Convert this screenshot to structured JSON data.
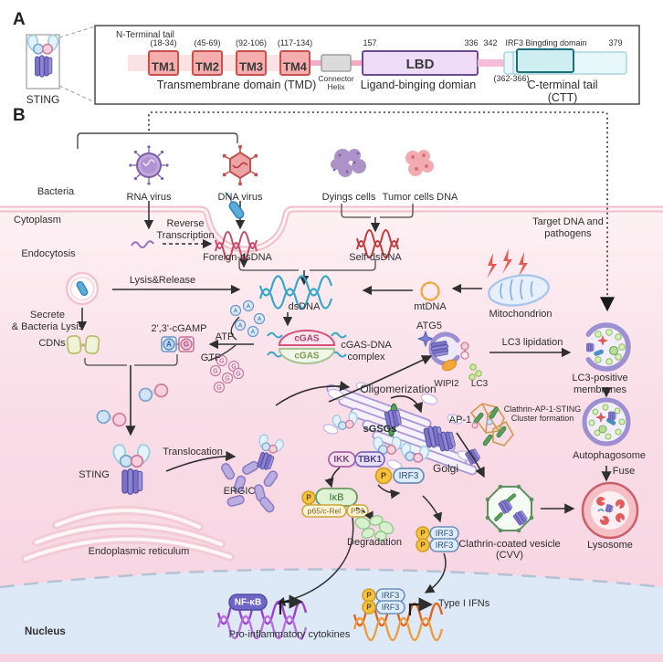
{
  "tokens": {
    "a": "A",
    "g": "G",
    "p": "P"
  },
  "panel_a": {
    "label": "A",
    "sting": "STING",
    "n_terminal_tail": "N-Terminal tail",
    "tms": [
      {
        "range": "(18-34)",
        "name": "TM1"
      },
      {
        "range": "(45-69)",
        "name": "TM2"
      },
      {
        "range": "(92-106)",
        "name": "TM3"
      },
      {
        "range": "(117-134)",
        "name": "TM4"
      }
    ],
    "pos_157": "157",
    "pos_336": "336",
    "pos_342": "342",
    "pos_379": "379",
    "lbd": "LBD",
    "irf3_domain": "IRF3 Bingding domain",
    "irf3_range": "(362-366)",
    "tmd_caption": "Transmembrane domain  (TMD)",
    "connector_caption": "Connector\nHelix",
    "lbd_caption": "Ligand-binging domian",
    "ctt_caption": "C-terminal tail  (CTT)"
  },
  "panel_b": {
    "label": "B",
    "bacteria": "Bacteria",
    "cytoplasm": "Cytoplasm",
    "endocytosis": "Endocytosis",
    "rna_virus": "RNA virus",
    "dna_virus": "DNA virus",
    "dying_cells": "Dyings cells",
    "tumor_dna": "Tumor cells DNA",
    "reverse_transcription": "Reverse\nTranscription",
    "foreign_dsdna": "Foreign-dsDNA",
    "self_dsdna": "Self-dsDNA",
    "target_dna": "Target DNA and\npathogens",
    "lysis_release": "Lysis&Release",
    "dsdna": "dsDNA",
    "secrete": "Secrete\n& Bacteria Lysis",
    "cdns": "CDNs",
    "cgamp": "2',3'-cGAMP",
    "atp": "ATP",
    "gtp": "GTP",
    "cgas": "cGAS",
    "cgas_complex": "cGAS-DNA\ncomplex",
    "mtdna": "mtDNA",
    "mitochondrion": "Mitochondrion",
    "atg5": "ATG5",
    "wipi2": "WIPI2",
    "lc3": "LC3",
    "lc3_lipidation": "LC3 lipidation",
    "lc3_membranes": "LC3-positive membranes",
    "oligomerization": "Oligomerization",
    "sgsgs": "sGSGs",
    "ap1": "AP-1",
    "clathrin_cluster": "Clathrin-AP-1-STING\nCluster formation",
    "golgi": "Golgi",
    "autophagosome": "Autophagosome",
    "fuse": "Fuse",
    "lysosome": "Lysosome",
    "ccv": "Clathrin-coated vesicle",
    "ccv_abbr": "(CVV)",
    "translocation": "Translocation",
    "sting": "STING",
    "ergic": "ERGIC",
    "er": "Endoplasmic reticulum",
    "ikk": "IKK",
    "tbk1": "TBK1",
    "irf3": "IRF3",
    "ikb": "IκB",
    "p65": "p65/c-Rel",
    "p50": "P50",
    "degradation": "Degradation",
    "nfkb": "NF-κB",
    "pro_cytokines": "Pro-inflammatory cytokines",
    "type1_ifns": "Type I IFNs",
    "nucleus": "Nucleus"
  },
  "colors": {
    "cytoplasm_pink": "#f9dde7",
    "nucleus_blue": "#dde9f7",
    "membrane": "#f1bfca",
    "tm_red": "#f5adad",
    "lbd_purple": "#eedcf8",
    "ctt_teal": "#e8f7f9",
    "sting_purple": "#7d74c9",
    "phospho_yellow": "#f6c33c",
    "nfkb_purple": "#6f66c9"
  }
}
